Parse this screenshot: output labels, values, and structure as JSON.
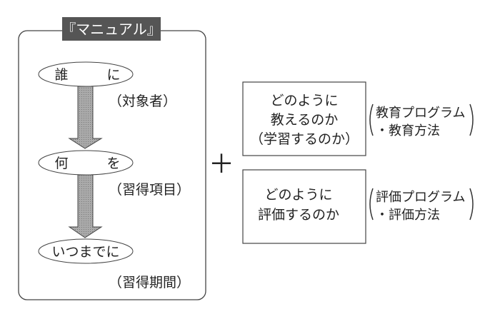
{
  "manual": {
    "title": "『マニュアル』",
    "steps": [
      {
        "oval_left": "誰",
        "oval_right": "に",
        "note": "（対象者）"
      },
      {
        "oval_left": "何",
        "oval_right": "を",
        "note": "（習得項目）"
      },
      {
        "oval": "いつまでに",
        "note": "（習得期間）"
      }
    ]
  },
  "plus": "＋",
  "boxes": [
    {
      "lines": [
        "どのように",
        "教えるのか",
        "（学習するのか）"
      ],
      "side": [
        "教育プログラム",
        "・教育方法"
      ]
    },
    {
      "lines": [
        "どのように",
        "評価するのか"
      ],
      "side": [
        "評価プログラム",
        "・評価方法"
      ]
    }
  ],
  "colors": {
    "title_bg": "#555555",
    "arrow": "#9a9a9a"
  }
}
